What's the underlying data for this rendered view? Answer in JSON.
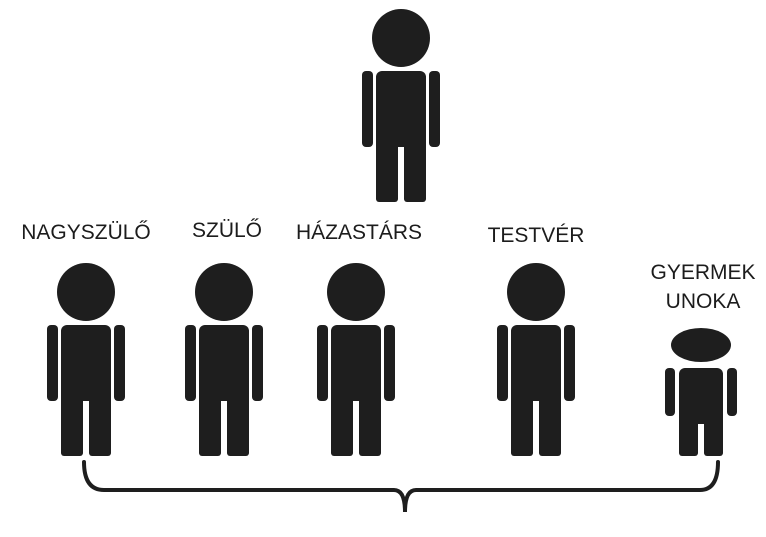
{
  "colors": {
    "figure": "#1e1e1e",
    "background": "#ffffff",
    "brace": "#1e1e1e"
  },
  "figures": [
    {
      "id": "top-person",
      "labels": []
    },
    {
      "id": "grandparent",
      "labels": [
        "NAGYSZÜLŐ"
      ]
    },
    {
      "id": "parent",
      "labels": [
        "SZÜLŐ"
      ]
    },
    {
      "id": "spouse",
      "labels": [
        "HÁZASTÁRS"
      ]
    },
    {
      "id": "sibling",
      "labels": [
        "TESTVÉR"
      ]
    },
    {
      "id": "child-grandchild",
      "labels": [
        "GYERMEK",
        "UNOKA"
      ]
    }
  ]
}
